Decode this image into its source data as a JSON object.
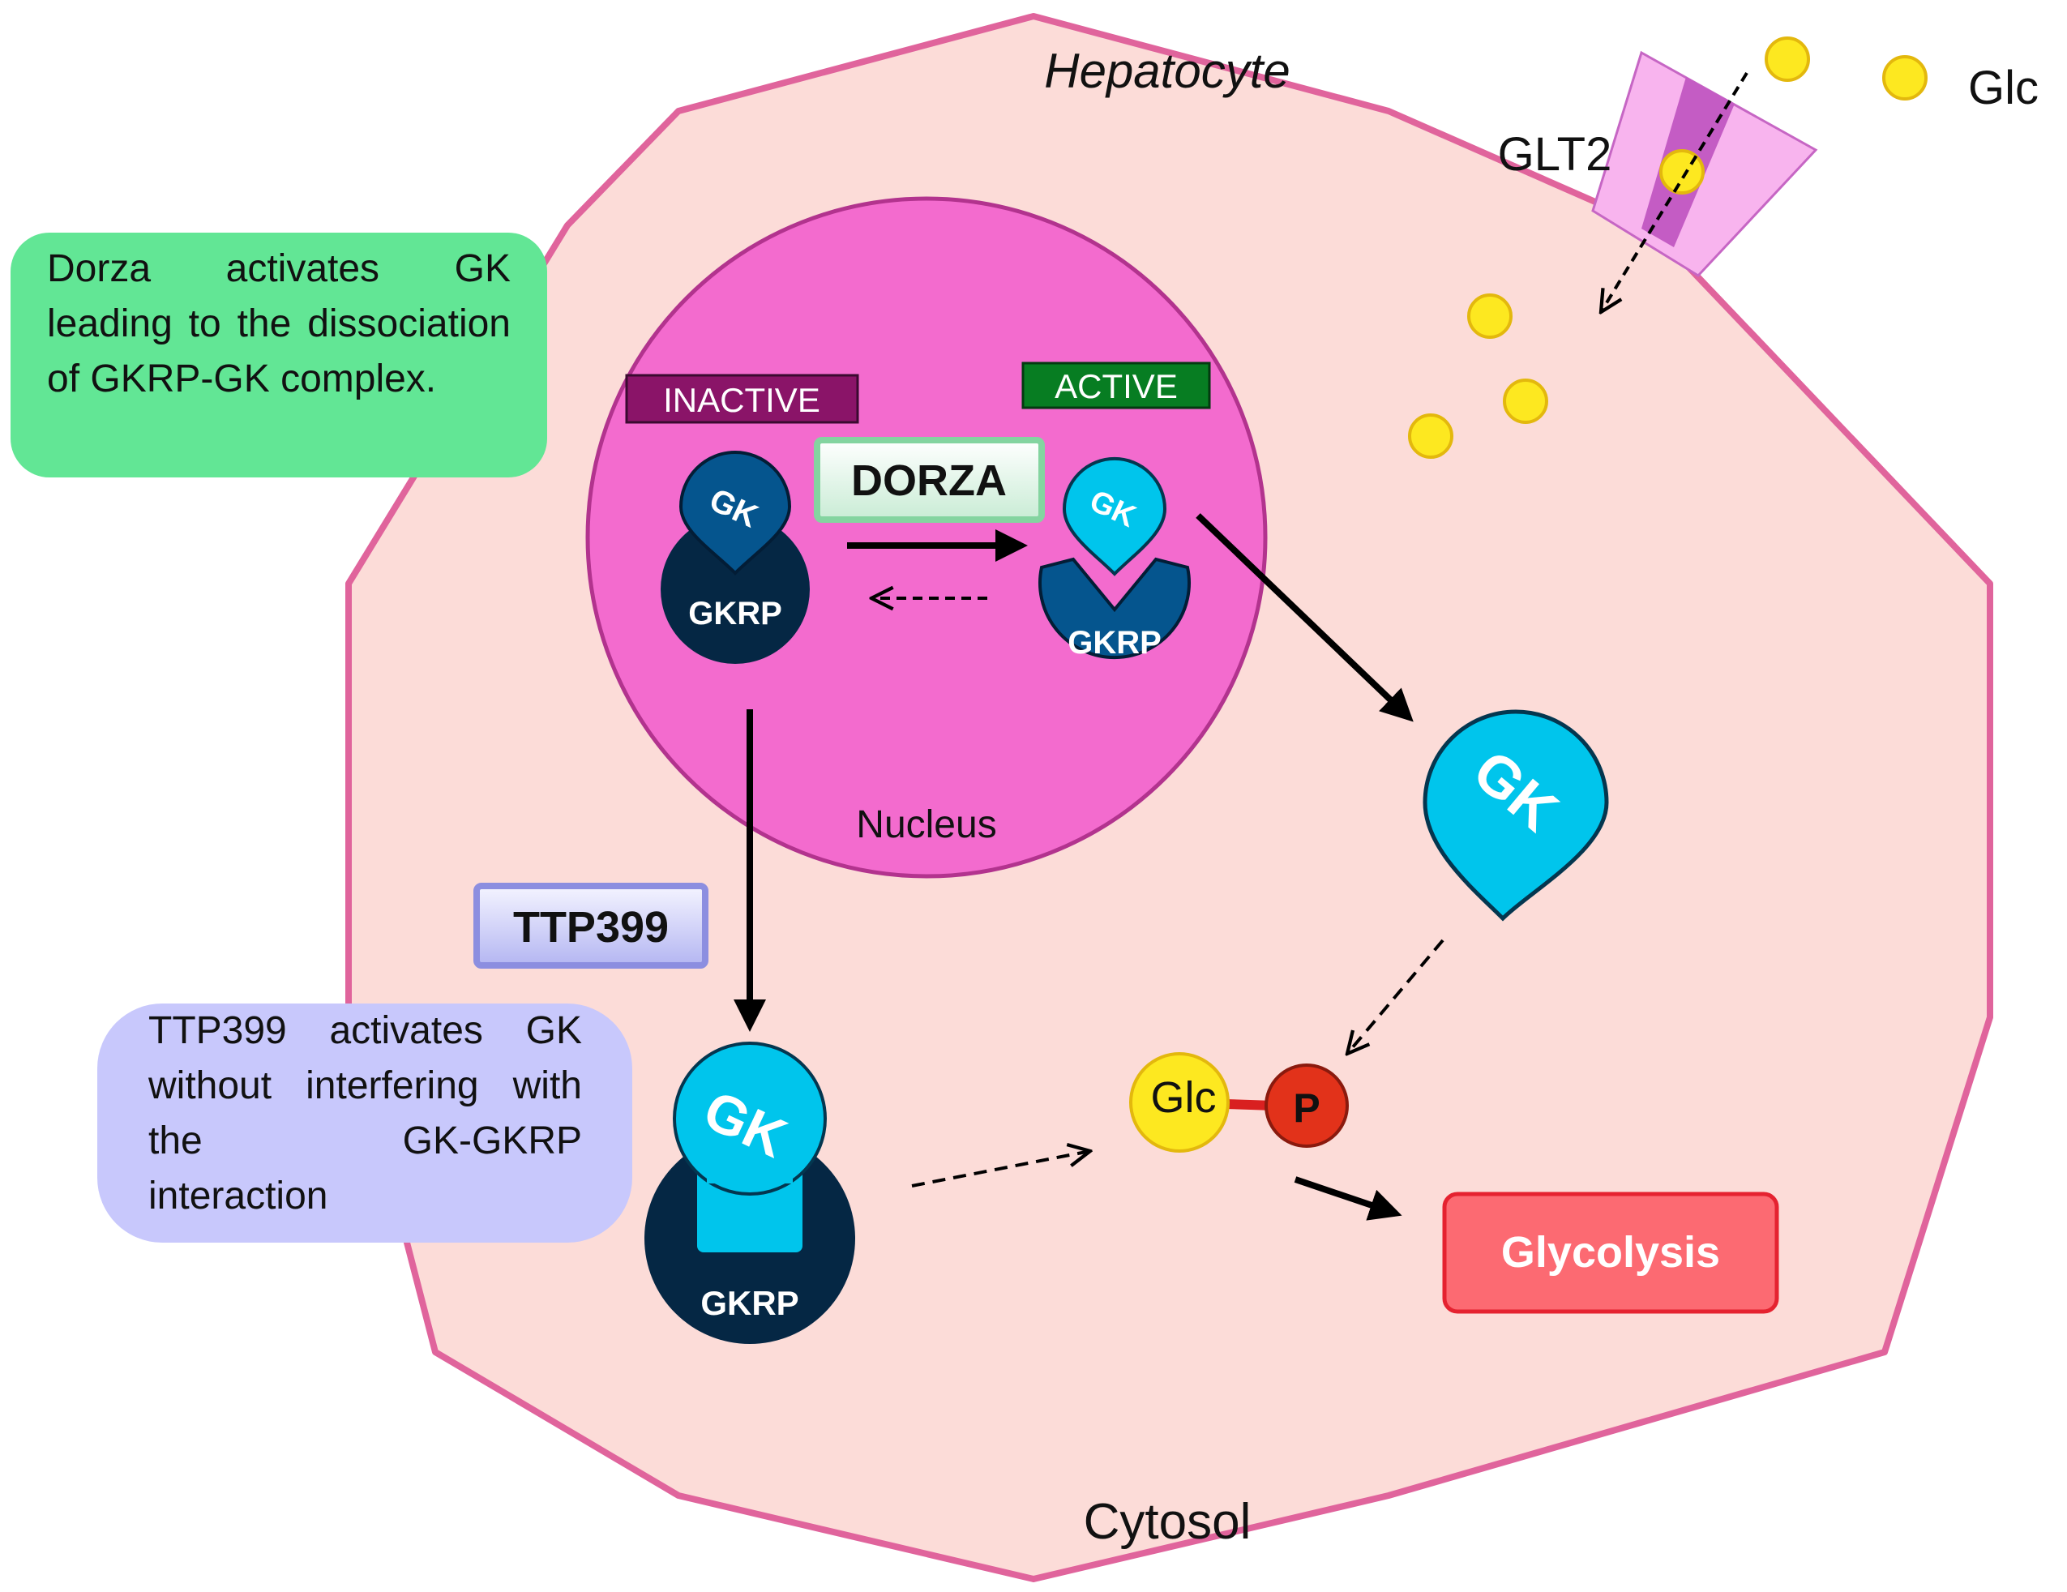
{
  "title": "Hepatocyte",
  "compartments": {
    "nucleus": "Nucleus",
    "cytosol": "Cytosol"
  },
  "transporter": {
    "label": "GLT2",
    "glucose": "Glc"
  },
  "states": {
    "inactive": "INACTIVE",
    "active": "ACTIVE"
  },
  "drugs": {
    "dorza": "DORZA",
    "ttp399": "TTP399"
  },
  "proteins": {
    "gk": "GK",
    "gkrp": "GKRP"
  },
  "products": {
    "glc": "Glc",
    "phosphate": "P",
    "glycolysis": "Glycolysis"
  },
  "notes": {
    "dorza": "Dorza activates GK leading to the dissociation of GKRP-GK complex.",
    "ttp399": "TTP399 activates GK without interfering with the GK-GKRP interaction"
  },
  "colors": {
    "cytosol_fill": "#fcdcd8",
    "cell_border": "#e0649c",
    "nucleus_fill": "#f36bce",
    "gk_dark": "#05558e",
    "gk_light": "#00c5ec",
    "gkrp_dark": "#052744",
    "inactive_label": "#8a1468",
    "active_label": "#077d22",
    "dorza_note": "#62e695",
    "ttp399_note": "#c8c8fc",
    "glycolysis": "#fc6a72",
    "glucose": "#fde820",
    "phosphate": "#e2321a"
  }
}
